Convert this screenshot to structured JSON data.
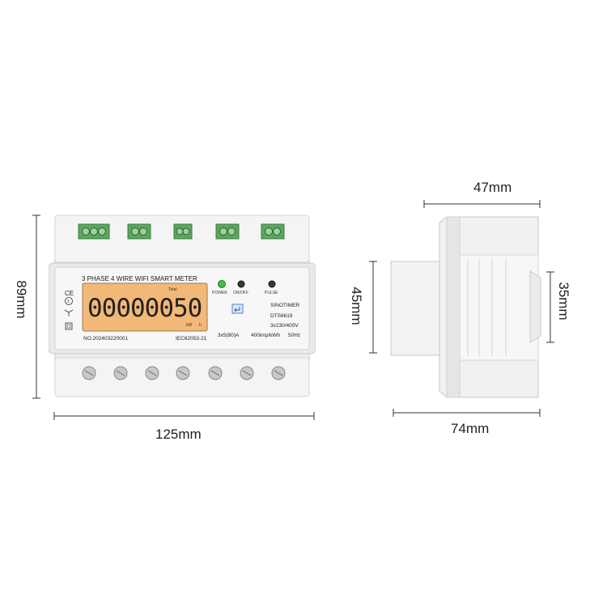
{
  "dimensions": {
    "height_front": "89mm",
    "width_front": "125mm",
    "depth_top": "47mm",
    "depth_bottom": "74mm",
    "side_height_outer": "45mm",
    "side_height_inner": "35mm"
  },
  "meter": {
    "title": "3 PHASE 4 WIRE WIFI  SMART METER",
    "lcd_reading": "00000050",
    "lcd_total": "Total",
    "lcd_unit_kw": "kW",
    "lcd_unit_h": "h",
    "indicator_power": "POWER",
    "indicator_onoff": "ON/OFF",
    "indicator_pulse": "PULSE",
    "brand": "SINOTIMER",
    "model": "DTS6619",
    "voltage": "3x230/400V",
    "current": "3x5(80)A",
    "constant": "400imp/kWh",
    "frequency": "50Hz",
    "serial": "NO.202403220001",
    "standard": "IEC62053-21",
    "ce_mark": "CE",
    "class_mark": "1",
    "colors": {
      "lcd_backlight": "#f2b878",
      "terminal_green": "#5aa85e",
      "power_led": "#3cc24a",
      "body": "#f1f1f1",
      "panel": "#f7f7f7"
    }
  }
}
